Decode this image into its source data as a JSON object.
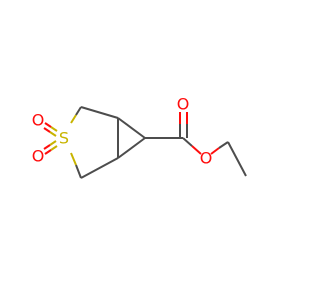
{
  "molecule": {
    "atoms": {
      "sulfur": "S",
      "sulfonyl_oxygen_upper": "O",
      "sulfonyl_oxygen_lower": "O",
      "carbonyl_oxygen": "O",
      "ester_oxygen": "O"
    }
  },
  "colors": {
    "background": "#ffffff",
    "bond": "#4d4d4d",
    "sulfur": "#c8b400",
    "oxygen": "#ff0d0d"
  }
}
